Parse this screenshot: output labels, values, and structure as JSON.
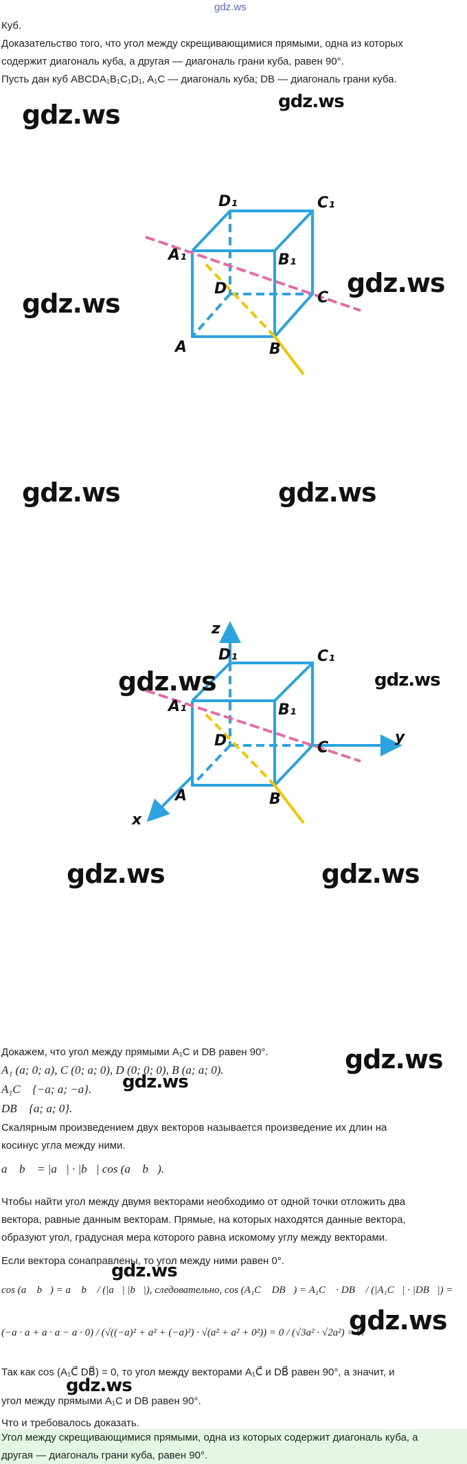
{
  "header": {
    "logo": "gdz.ws"
  },
  "intro": {
    "line1": "Куб.",
    "line2": "Доказательство того, что угол между скрещивающимися прямыми, одна из которых",
    "line3": "содержит диагональ куба, а другая — диагональ грани куба, равен 90°.",
    "line4": "Пусть дан куб ABCDA₁B₁C₁D₁, A₁C — диагональ куба; DB — диагональ грани куба."
  },
  "figure1": {
    "labels": {
      "A": "A",
      "B": "B",
      "C": "C",
      "D": "D",
      "A1": "A₁",
      "B1": "B₁",
      "C1": "C₁",
      "D1": "D₁"
    }
  },
  "figure2": {
    "labels": {
      "A": "A",
      "B": "B",
      "C": "C",
      "D": "D",
      "A1": "A₁",
      "B1": "B₁",
      "C1": "C₁",
      "D1": "D₁",
      "x": "x",
      "y": "y",
      "z": "z"
    }
  },
  "proof": {
    "l1": "Докажем, что угол между прямыми A₁C и DB равен 90°.",
    "l2": "A₁ (a; 0; a), C (0; a; 0), D (0; 0; 0), B (a; a; 0).",
    "l3": "A₁C⃗ {−a; a; −a}.",
    "l4": "DB⃗ {a; a; 0}.",
    "l5": "Скалярным произведением двух векторов называется произведение их длин на",
    "l6": "косинус угла между ними.",
    "l7": "a⃗ b⃗ = |a⃗| · |b⃗| cos (a⃗ b⃗).",
    "l8": "Чтобы найти угол между двумя векторами необходимо от одной точки отложить два",
    "l9": "вектора, равные данным векторам. Прямые, на которых находятся данные вектора,",
    "l10": "образуют угол, градусная мера которого равна искомому углу между векторами.",
    "l11": "Если вектора сонаправлены, то угол между ними равен 0°.",
    "l12": "cos (a⃗ b⃗) = a⃗ b⃗ / (|a⃗| |b⃗|), следовательно, cos (A₁C⃗ DB⃗) = A₁C⃗ · DB⃗ / (|A₁C⃗| · |DB⃗|) =",
    "l13": "(−a · a + a · a − a · 0) / (√((−a)² + a² + (−a)²) · √(a² + a² + 0²)) = 0 / (√3a² · √2a²) = 0.",
    "l14": "Так как cos (A₁C⃗ DB⃗) = 0, то угол между векторами A₁C⃗ и DB⃗ равен 90°, а значит, и",
    "l15": "угол между прямыми A₁C и DB равен 90°.",
    "l16": "Что и требовалось доказать."
  },
  "answer": {
    "l1": "Угол между скрещивающимися прямыми, одна из которых содержит диагональ куба, а",
    "l2": "другая — диагональ грани куба, равен 90°."
  },
  "watermark": "gdz.ws",
  "colors": {
    "cube": "#2aa3e0",
    "diag_pink": "#e66aa8",
    "diag_yellow": "#f5c400",
    "answer_bg": "#e4f7e4",
    "logo": "#5566dd"
  }
}
